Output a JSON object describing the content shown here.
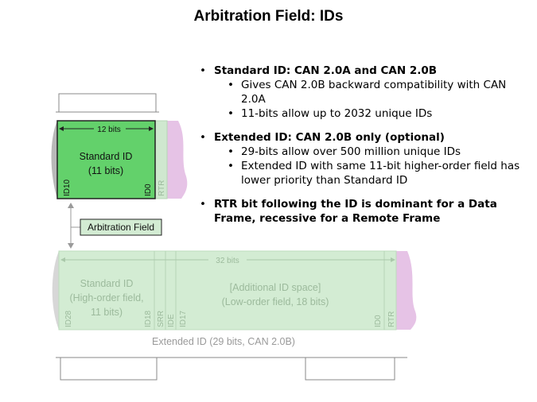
{
  "slide": {
    "title": "Arbitration Field: IDs"
  },
  "diagram": {
    "std_width_label": "12 bits",
    "std_id_label_line1": "Standard ID",
    "std_id_label_line2": "(11 bits)",
    "std_id10": "ID10",
    "std_id0": "ID0",
    "std_rtr": "RTR",
    "arbitration_field_label": "Arbitration Field",
    "ext_width_label": "32 bits",
    "ext_std_line1": "Standard ID",
    "ext_std_line2": "(High-order field,",
    "ext_std_line3": "11 bits)",
    "ext_add_line1": "[Additional ID space]",
    "ext_add_line2": "(Low-order field, 18 bits)",
    "ext_id28": "ID28",
    "ext_id18": "ID18",
    "ext_srr": "SRR",
    "ext_ide": "IDE",
    "ext_id17": "ID17",
    "ext_id0": "ID0",
    "ext_rtr": "RTR",
    "ext_caption": "Extended ID (29 bits, CAN 2.0B)",
    "colors": {
      "std_green": "#63d16b",
      "faded_green": "#d3ecd3",
      "rtr_green": "#cfe8cf",
      "pink": "#e6c3e6",
      "grey": "#b9b9b9"
    }
  },
  "bullets": [
    {
      "text": "Standard ID: CAN 2.0A and CAN 2.0B",
      "subs": [
        "Gives CAN 2.0B backward compatibility with CAN 2.0A",
        "11-bits allow up to 2032 unique IDs"
      ]
    },
    {
      "text": "Extended ID: CAN 2.0B only (optional)",
      "subs": [
        "29-bits allow over 500 million unique IDs",
        "Extended ID with same 11-bit higher-order field has lower priority than Standard ID"
      ]
    },
    {
      "text": "RTR bit following the ID is dominant for a Data Frame, recessive for a Remote Frame",
      "subs": []
    }
  ]
}
